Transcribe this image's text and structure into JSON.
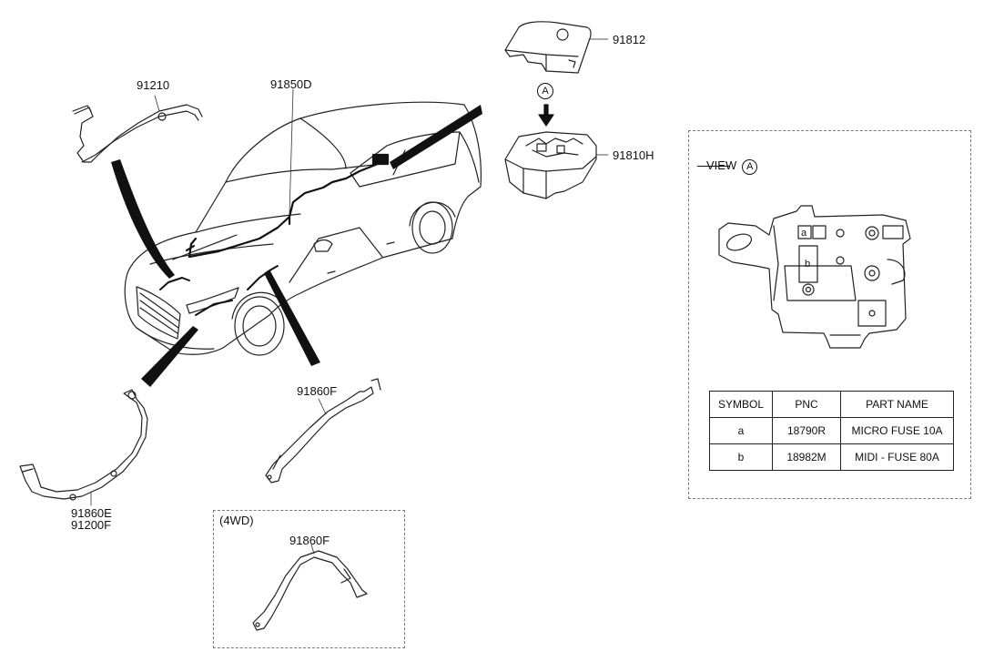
{
  "callouts": {
    "p91812": "91812",
    "p91810h": "91810H",
    "p91210": "91210",
    "p91850d": "91850D",
    "p91860f_main": "91860F",
    "p91860e": "91860E",
    "p91200f": "91200F",
    "p91860f_4wd": "91860F"
  },
  "view_marker": "A",
  "box_4wd": {
    "title": "(4WD)"
  },
  "view_panel": {
    "title": "VIEW",
    "marker": "A",
    "fuse_labels": [
      "a",
      "b"
    ],
    "table": {
      "headers": [
        "SYMBOL",
        "PNC",
        "PART NAME"
      ],
      "rows": [
        [
          "a",
          "18790R",
          "MICRO FUSE 10A"
        ],
        [
          "b",
          "18982M",
          "MIDI - FUSE 80A"
        ]
      ]
    }
  }
}
